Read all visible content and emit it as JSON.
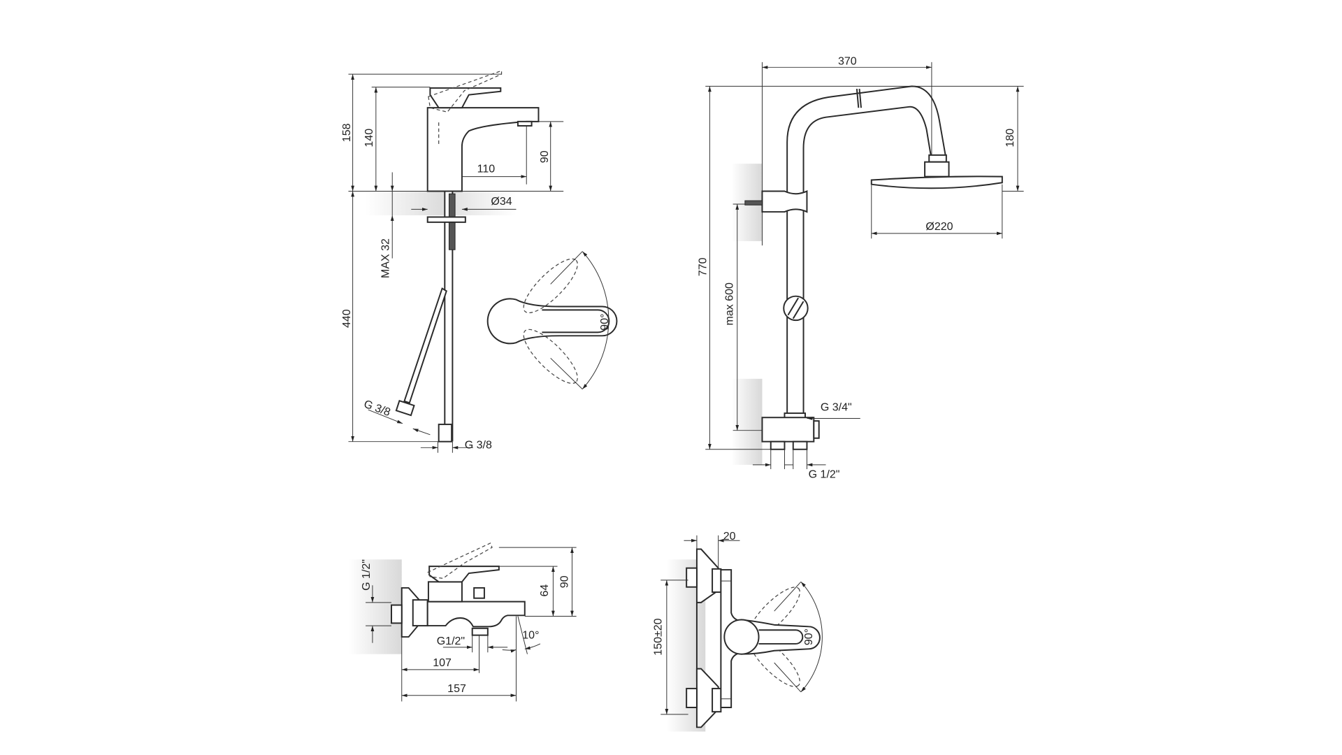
{
  "basin_mixer": {
    "height_total": "158",
    "height_lever": "140",
    "spout_height": "90",
    "spout_reach": "110",
    "hole_diameter": "Ø34",
    "max_thickness": "MAX 32",
    "hose_length": "440",
    "hose_connection": "G 3/8",
    "rod_connection": "G 3/8",
    "lever_rotation": "90°"
  },
  "shower_column": {
    "arm_reach": "370",
    "total_height": "770",
    "head_drop": "180",
    "head_diameter": "Ø220",
    "bracket_distance": "max 600",
    "column_connection": "G 3/4\"",
    "inlet_connection": "G 1/2\""
  },
  "bath_mixer": {
    "wall_connection": "G 1/2\"",
    "body_height": "64",
    "total_height": "90",
    "outlet_connection": "G1/2\"",
    "outlet_distance": "107",
    "spout_reach": "157",
    "spout_angle": "10°"
  },
  "shower_mixer": {
    "offset": "20",
    "inlet_spacing": "150±20",
    "lever_rotation": "90°"
  }
}
